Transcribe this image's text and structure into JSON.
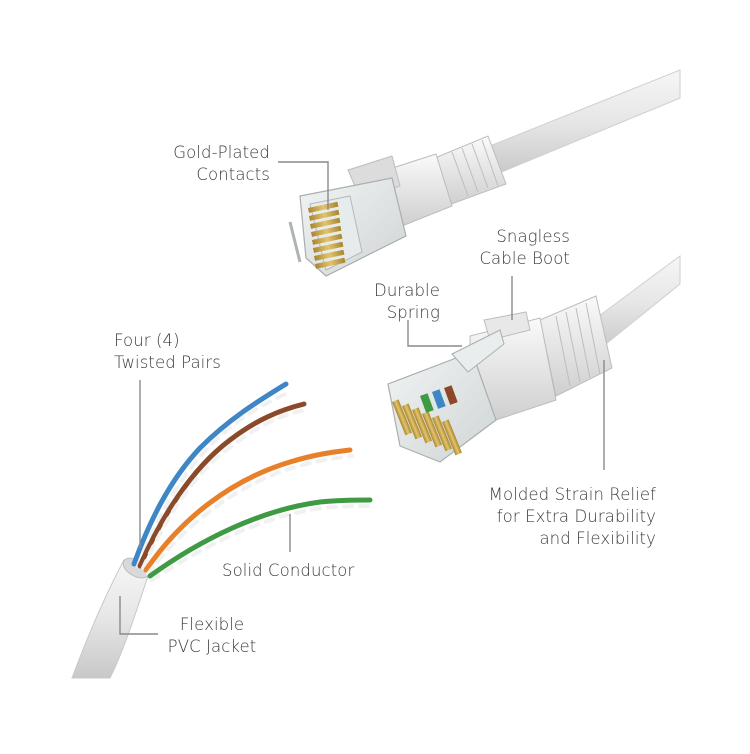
{
  "labels": {
    "gold_plated": [
      "Gold-Plated",
      "Contacts"
    ],
    "snagless": [
      "Snagless",
      "Cable Boot"
    ],
    "durable_spring": [
      "Durable",
      "Spring"
    ],
    "twisted_pairs": [
      "Four (4)",
      "Twisted Pairs"
    ],
    "strain_relief": [
      "Molded Strain Relief",
      "for Extra Durability",
      "and Flexibility"
    ],
    "solid_conductor": [
      "Solid Conductor"
    ],
    "pvc_jacket": [
      "Flexible",
      "PVC Jacket"
    ]
  },
  "colors": {
    "cable": "#e9e9e9",
    "cable_shade": "#c9c9c9",
    "leader": "#8a8a8a",
    "text": "#3b3b3b",
    "gold": "#c9a44a",
    "pair_blue": "#3e86c6",
    "pair_brown": "#8a4a2a",
    "pair_orange": "#e8802a",
    "pair_green": "#3f9a44"
  }
}
